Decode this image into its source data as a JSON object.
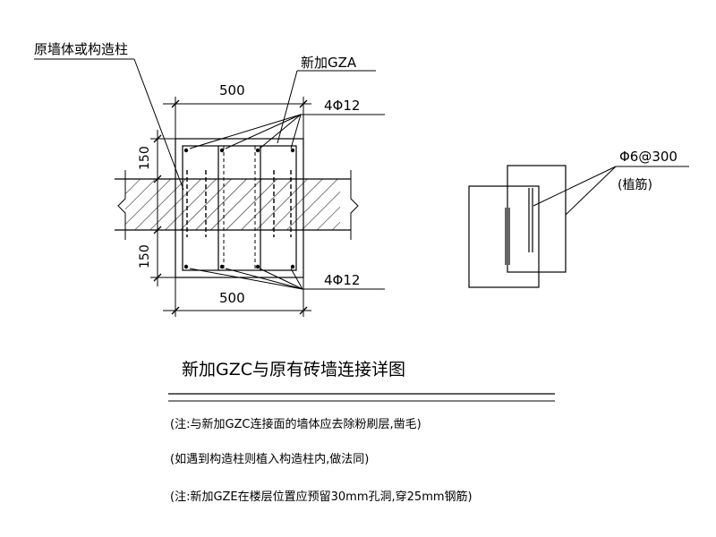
{
  "labels": {
    "wall": "原墙体或构造柱",
    "gza": "新加GZA",
    "dim_top_500": "500",
    "dim_bottom_500": "500",
    "dim_top_150": "150",
    "dim_bottom_150": "150",
    "rebar_top": "4Φ12",
    "rebar_bottom": "4Φ12",
    "stirrup": "Φ6@300",
    "stirrup_note": "(植筋)"
  },
  "title": "新加GZC与原有砖墙连接详图",
  "notes": [
    "(注:与新加GZC连接面的墙体应去除粉刷层,凿毛)",
    "(如遇到构造柱则植入构造柱内,做法同)",
    "(注:新加GZE在楼层位置应预留30mm孔洞,穿25mm钢筋)"
  ],
  "colors": {
    "line": "#000000",
    "background": "#ffffff"
  }
}
